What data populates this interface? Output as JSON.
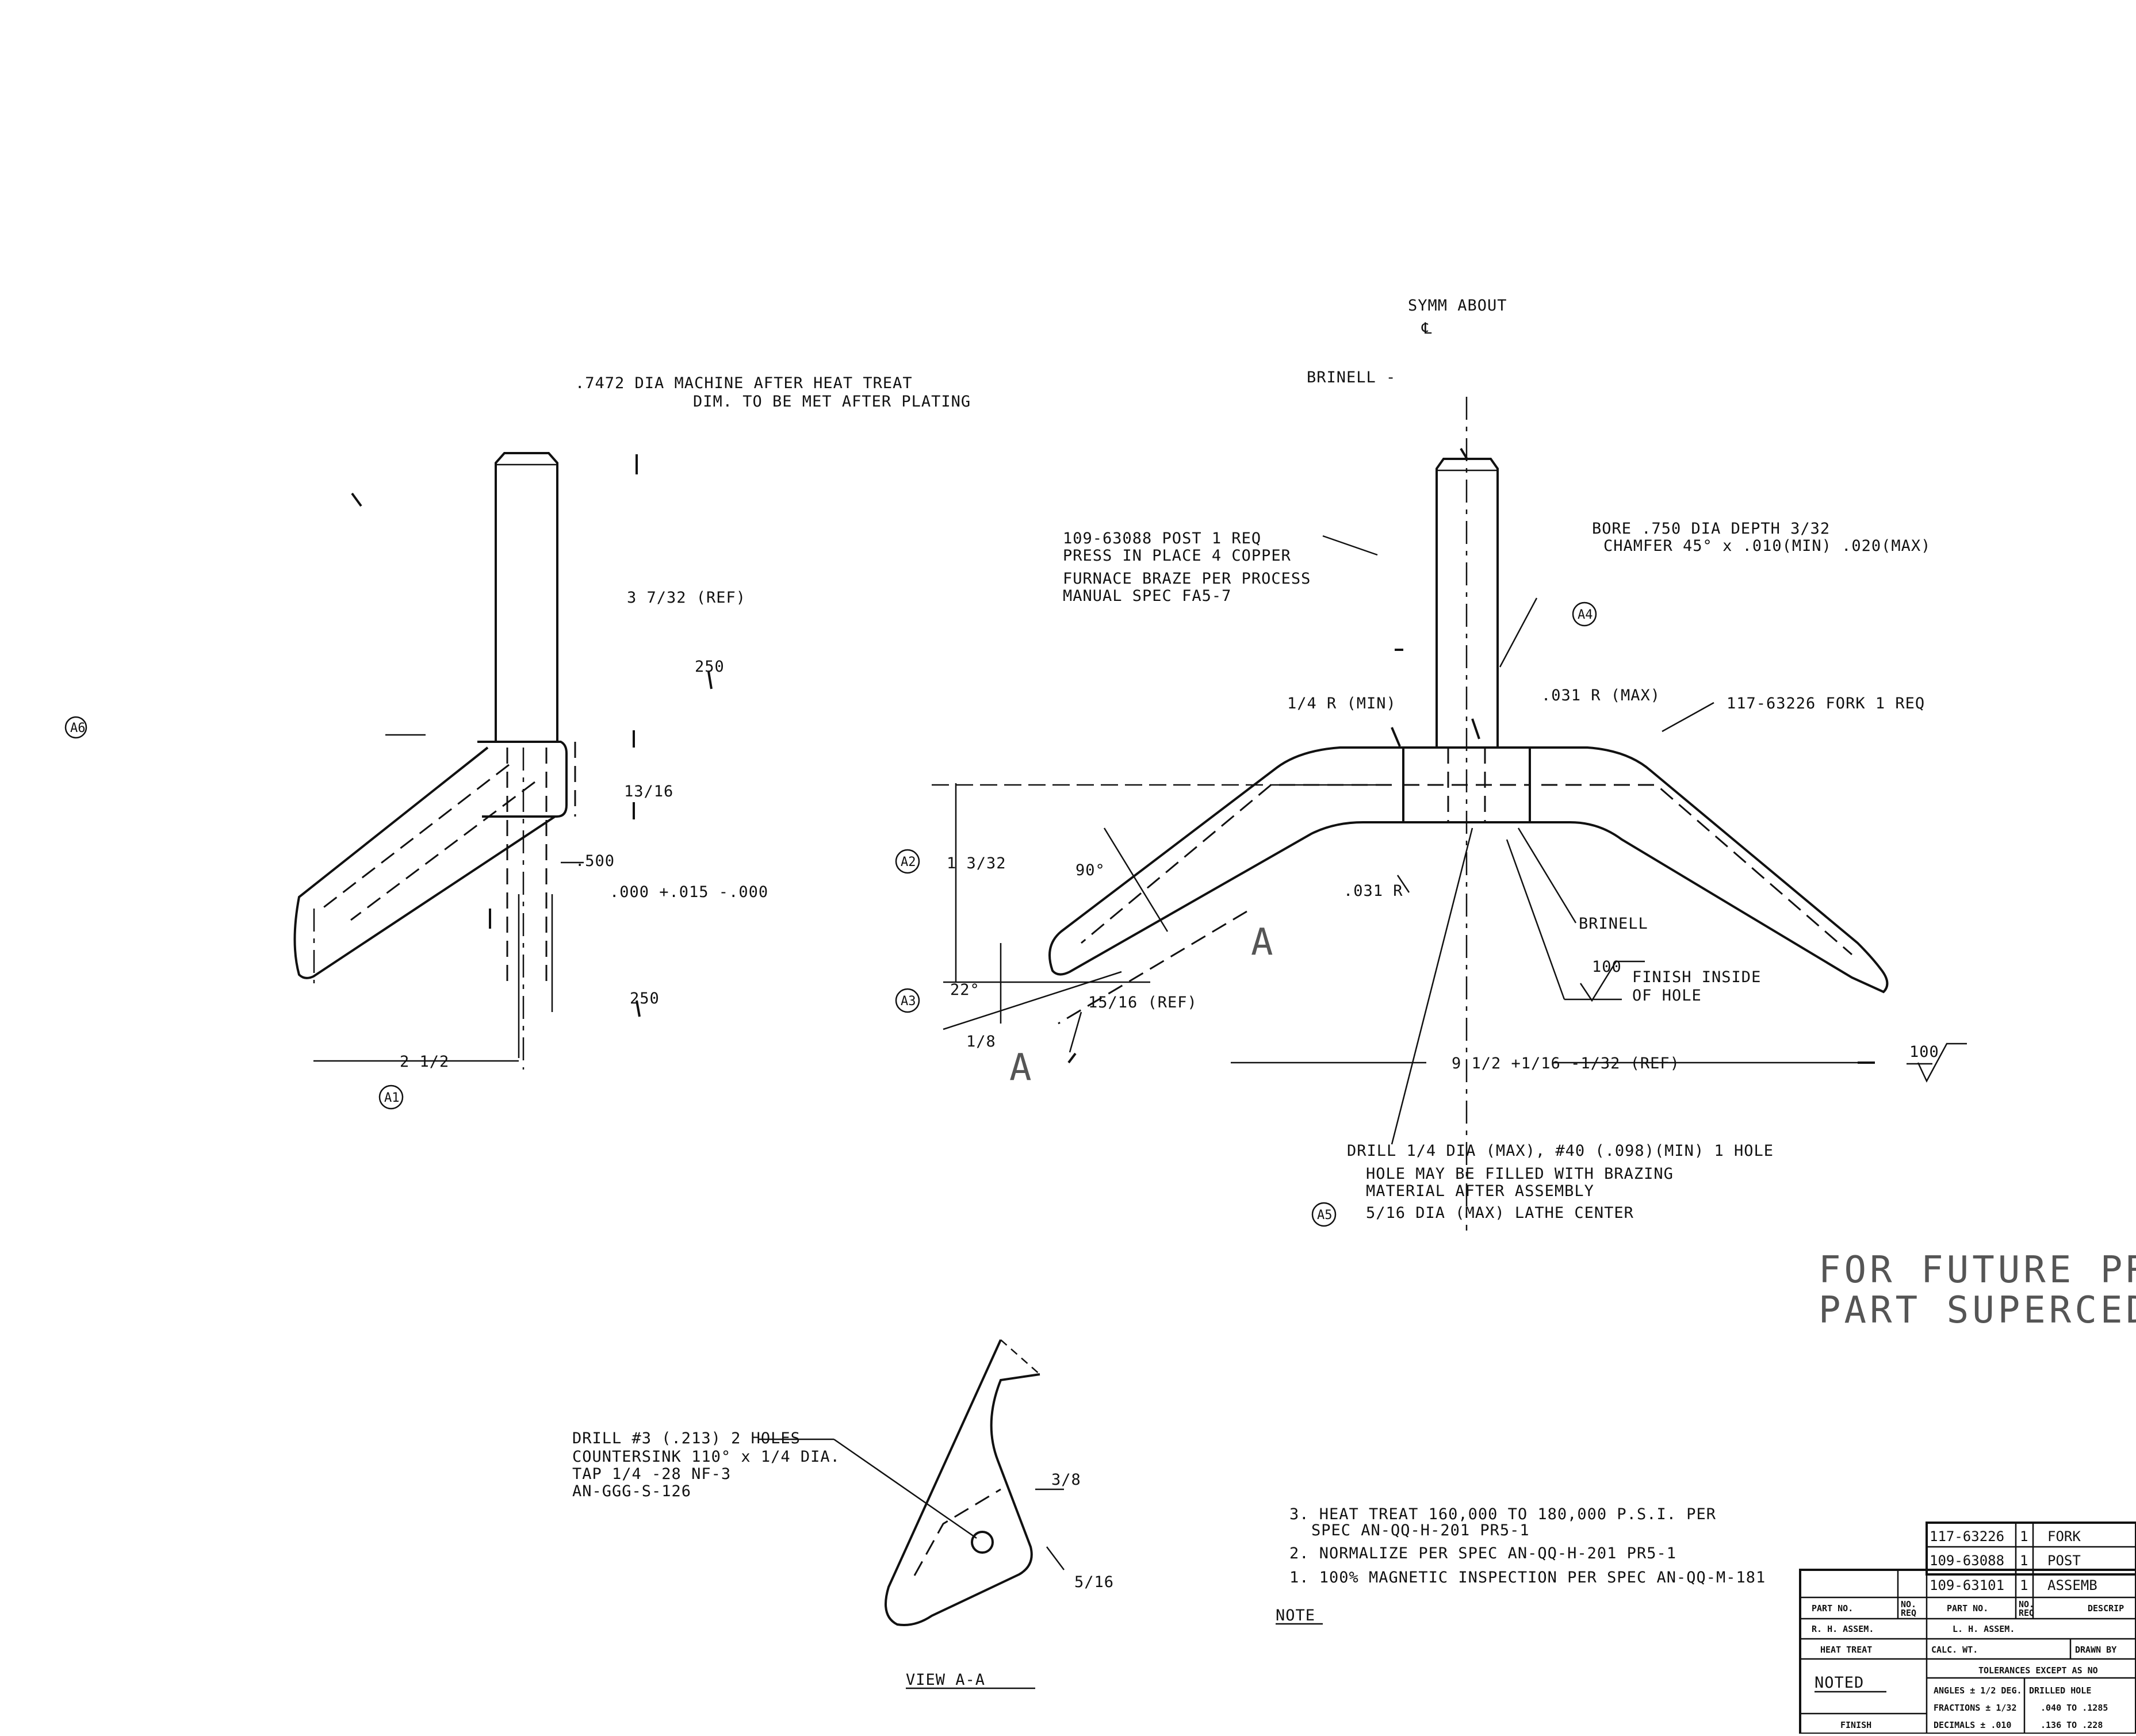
{
  "left_view": {
    "dia_note_1": ".7472 DIA  MACHINE AFTER HEAT TREAT",
    "dia_note_2": "DIM. TO BE MET AFTER PLATING",
    "length_dim": "3 7/32 (REF)",
    "hub_dim": "13/16",
    "dim_500": ".500",
    "bore_tol": ".000 +.015 -.000",
    "width_dim": "2 1/2",
    "finish_mark": "250",
    "balloon": "A1",
    "balloon6": "A6",
    "faint_1": "",
    "faint_2": "",
    "faint_3": ""
  },
  "center_view": {
    "symm": "SYMM ABOUT",
    "cl_symbol": "℄",
    "brinell_top": "BRINELL -",
    "post_note": [
      "109-63088 POST      1 REQ",
      "PRESS IN PLACE 4 COPPER",
      "FURNACE BRAZE PER PROCESS",
      "MANUAL SPEC FA5-7"
    ],
    "bore_note": [
      "BORE .750 DIA  DEPTH 3/32",
      "CHAMFER 45° x .010(MIN) .020(MAX)"
    ],
    "balloon_a4": "A4",
    "faces_note": [
      "",
      ""
    ],
    "radius_max": ".031 R (MAX)",
    "fork_note": "117-63226 FORK  1 REQ",
    "quarter_min": "1/4 R (MIN)",
    "balloon_a2": "A2",
    "height_dim": "1 3/32",
    "angle_90": "90°",
    "angle_sec": "",
    "radius_031": ".031 R",
    "balloon_a3": "A3",
    "angle_22": "22°",
    "eighth_dim": "1/8",
    "ref_15_16": "15/16 (REF)",
    "section_marker": "A",
    "brinell": "BRINELL",
    "finish_value": "100",
    "finish_note": [
      "FINISH INSIDE",
      "OF HOLE"
    ],
    "overall_dim": "9 1/2 +1/16 -1/32 (REF)",
    "drill_note": [
      "DRILL 1/4 DIA (MAX), #40 (.098)(MIN) 1 HOLE",
      "HOLE MAY BE FILLED WITH BRAZING",
      "MATERIAL AFTER ASSEMBLY",
      "5/16 DIA (MAX) LATHE CENTER"
    ],
    "balloon_a5": "A5"
  },
  "future_note": [
    "FOR FUTURE PROCUR",
    "PART SUPERCEDES I"
  ],
  "view_aa": {
    "notes": [
      "DRILL #3 (.213) 2 HOLES",
      "COUNTERSINK 110° x 1/4 DIA.",
      "TAP 1/4 -28 NF-3",
      "AN-GGG-S-126"
    ],
    "dim_3_8": "3/8",
    "dim_5_16": "5/16",
    "title": "VIEW A-A"
  },
  "notes": {
    "items": [
      "3. HEAT TREAT 160,000 TO 180,000 P.S.I. PER",
      "SPEC AN-QQ-H-201 PR5-1",
      "2. NORMALIZE PER SPEC AN-QQ-H-201 PR5-1",
      "1. 100% MAGNETIC INSPECTION PER SPEC AN-QQ-M-181"
    ],
    "heading": "NOTE"
  },
  "title_block": {
    "rows": [
      {
        "part": "117-63226",
        "qty": "1",
        "desc": "FORK"
      },
      {
        "part": "109-63088",
        "qty": "1",
        "desc": "POST"
      },
      {
        "part": "109-63101",
        "qty": "1",
        "desc": "ASSEMB"
      }
    ],
    "part_no_header": "PART NO.",
    "no_header": "NO.",
    "req_header": "REQ",
    "desc_header": "DESCRIP",
    "rh_assem": "R. H. ASSEM.",
    "lh_assem": "L. H. ASSEM.",
    "heat_treat": "HEAT TREAT",
    "calc_wt": "CALC. WT.",
    "drawn_by": "DRAWN BY",
    "heat_treat_value": "NOTED",
    "tolerances": "TOLERANCES EXCEPT AS NO",
    "tol_angles": "ANGLES ± 1/2 DEG.",
    "tol_fractions": "FRACTIONS ± 1/32",
    "tol_decimals": "DECIMALS ± .010",
    "drilled_holes": "DRILLED HOLE",
    "drill_range_1": ".040 TO .1285",
    "drill_range_2": ".136 TO .228",
    "finish": "FINISH"
  }
}
